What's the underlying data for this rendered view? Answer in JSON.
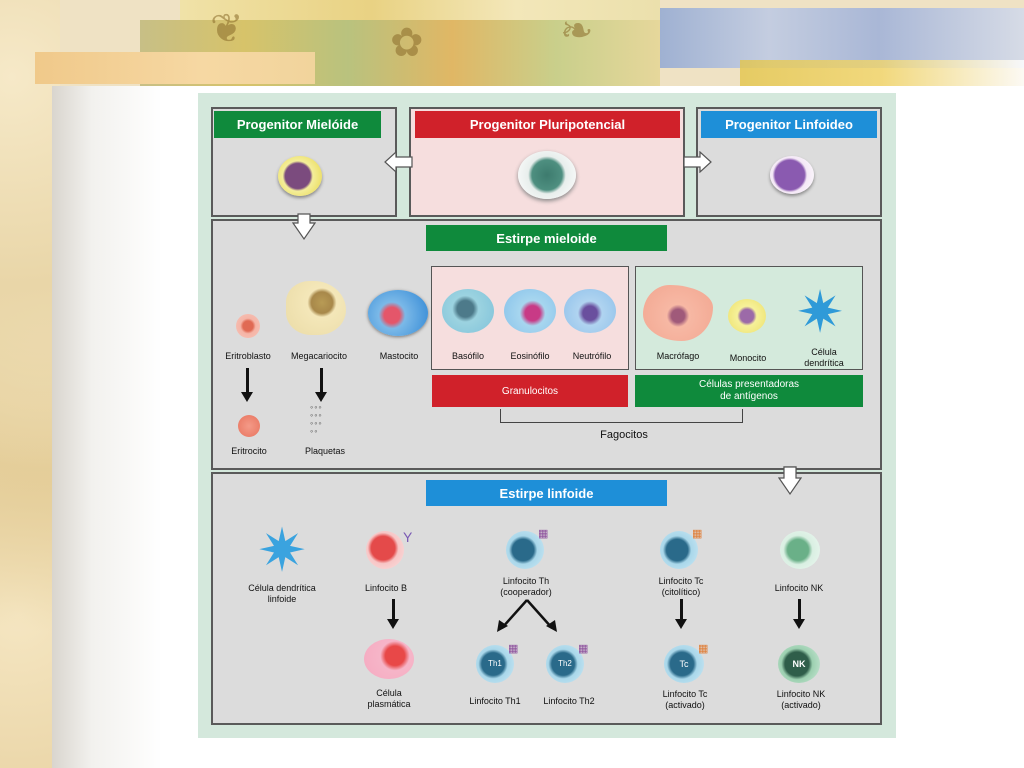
{
  "diagram": {
    "top": {
      "myeloid_progenitor": "Progenitor Mielóide",
      "pluripotent_progenitor": "Progenitor Pluripotencial",
      "lymphoid_progenitor": "Progenitor Linfoideo"
    },
    "myeloid": {
      "title": "Estirpe mieloide",
      "eritroblasto": "Eritroblasto",
      "eritrocito": "Eritrocito",
      "megacariocito": "Megacariocito",
      "plaquetas": "Plaquetas",
      "mastocito": "Mastocito",
      "basofilo": "Basófilo",
      "eosinofilo": "Eosinófilo",
      "neutrofilo": "Neutrófilo",
      "macrofago": "Macrófago",
      "monocito": "Monocito",
      "celula_dendritica": "Célula dendrítica",
      "granulocitos": "Granulocitos",
      "apc_line1": "Células presentadoras",
      "apc_line2": "de antígenos",
      "fagocitos": "Fagocitos"
    },
    "lymphoid": {
      "title": "Estirpe linfoide",
      "cel_dendritica_linfoide_1": "Célula dendrítica",
      "cel_dendritica_linfoide_2": "linfoide",
      "linfocito_b": "Linfocito B",
      "plasmatica_1": "Célula",
      "plasmatica_2": "plasmática",
      "th_1": "Linfocito Th",
      "th_2": "(cooperador)",
      "th1": "Linfocito Th1",
      "th2": "Linfocito Th2",
      "th1_glyph": "Th1",
      "th2_glyph": "Th2",
      "tc_1": "Linfocito Tc",
      "tc_2": "(citolítico)",
      "tc_act_1": "Linfocito Tc",
      "tc_act_2": "(activado)",
      "tc_glyph": "Tc",
      "nk": "Linfocito NK",
      "nk_act_1": "Linfocito NK",
      "nk_act_2": "(activado)",
      "nk_glyph": "NK"
    },
    "colors": {
      "green": "#0f8a3c",
      "red": "#d0212a",
      "blue": "#1e8fd8",
      "pink_panel": "#f6dede",
      "figure_bg": "#d4e8dc"
    }
  }
}
